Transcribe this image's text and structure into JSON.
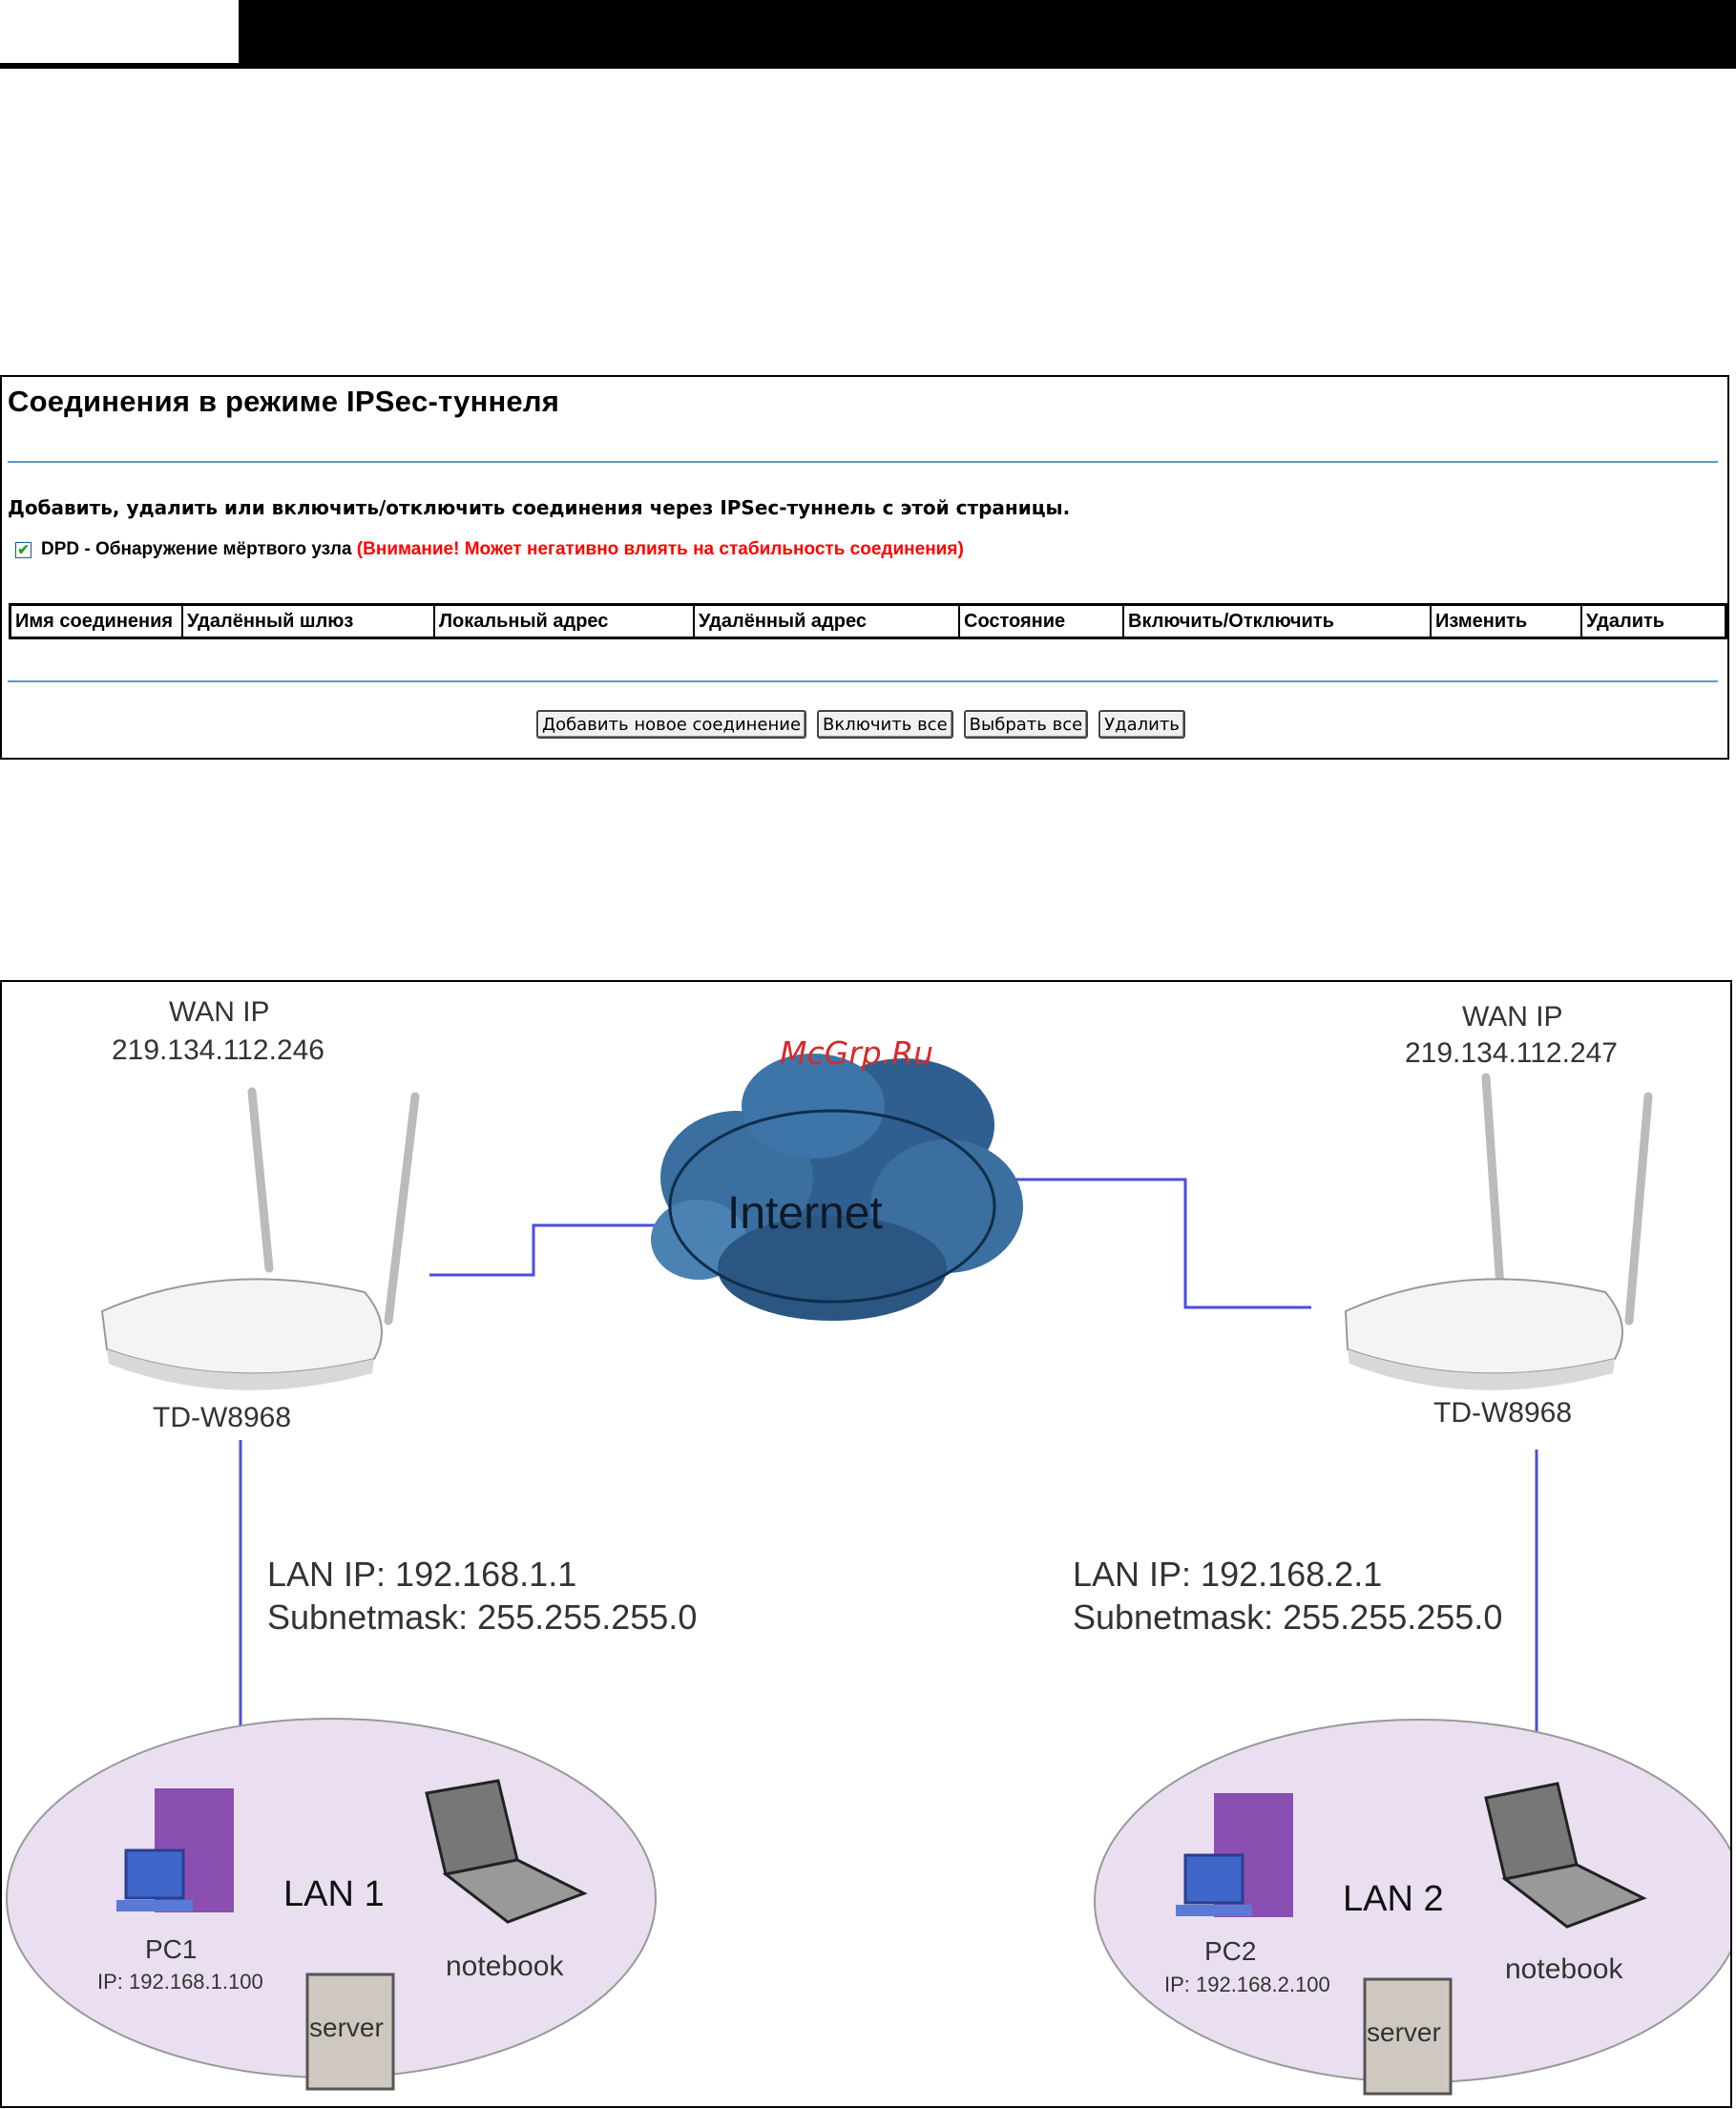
{
  "panel": {
    "title": "Соединения в режиме IPSec-туннеля",
    "description": "Добавить, удалить или включить/отключить соединения через IPSec-туннель с этой страницы.",
    "dpd_label": "DPD - Обнаружение мёртвого узла",
    "dpd_warning": "(Внимание! Может негативно влиять на стабильность соединения)",
    "dpd_checked": true,
    "columns": [
      "Имя соединения",
      "Удалённый шлюз",
      "Локальный адрес",
      "Удалённый адрес",
      "Состояние",
      "Включить/Отключить",
      "Изменить",
      "Удалить"
    ],
    "buttons": {
      "add": "Добавить новое соединение",
      "enable_all": "Включить все",
      "select_all": "Выбрать все",
      "delete": "Удалить"
    }
  },
  "diagram": {
    "watermark": "McGrp.Ru",
    "cloud_label": "Internet",
    "left": {
      "wan_label": "WAN IP",
      "wan_ip": "219.134.112.246",
      "router_model": "TD-W8968",
      "lan_ip": "LAN IP: 192.168.1.1",
      "subnet": "Subnetmask: 255.255.255.0",
      "lan_name": "LAN 1",
      "pc_name": "PC1",
      "pc_ip": "IP: 192.168.1.100",
      "notebook": "notebook",
      "server": "server"
    },
    "right": {
      "wan_label": "WAN IP",
      "wan_ip": "219.134.112.247",
      "router_model": "TD-W8968",
      "lan_ip": "LAN IP: 192.168.2.1",
      "subnet": "Subnetmask: 255.255.255.0",
      "lan_name": "LAN 2",
      "pc_name": "PC2",
      "pc_ip": "IP: 192.168.2.100",
      "notebook": "notebook",
      "server": "server"
    },
    "colors": {
      "link_line": "#4a4ee0",
      "cloud": "#2f5f8e",
      "lan_fill": "#eadff0",
      "pc_purple": "#8a4fb0"
    }
  }
}
